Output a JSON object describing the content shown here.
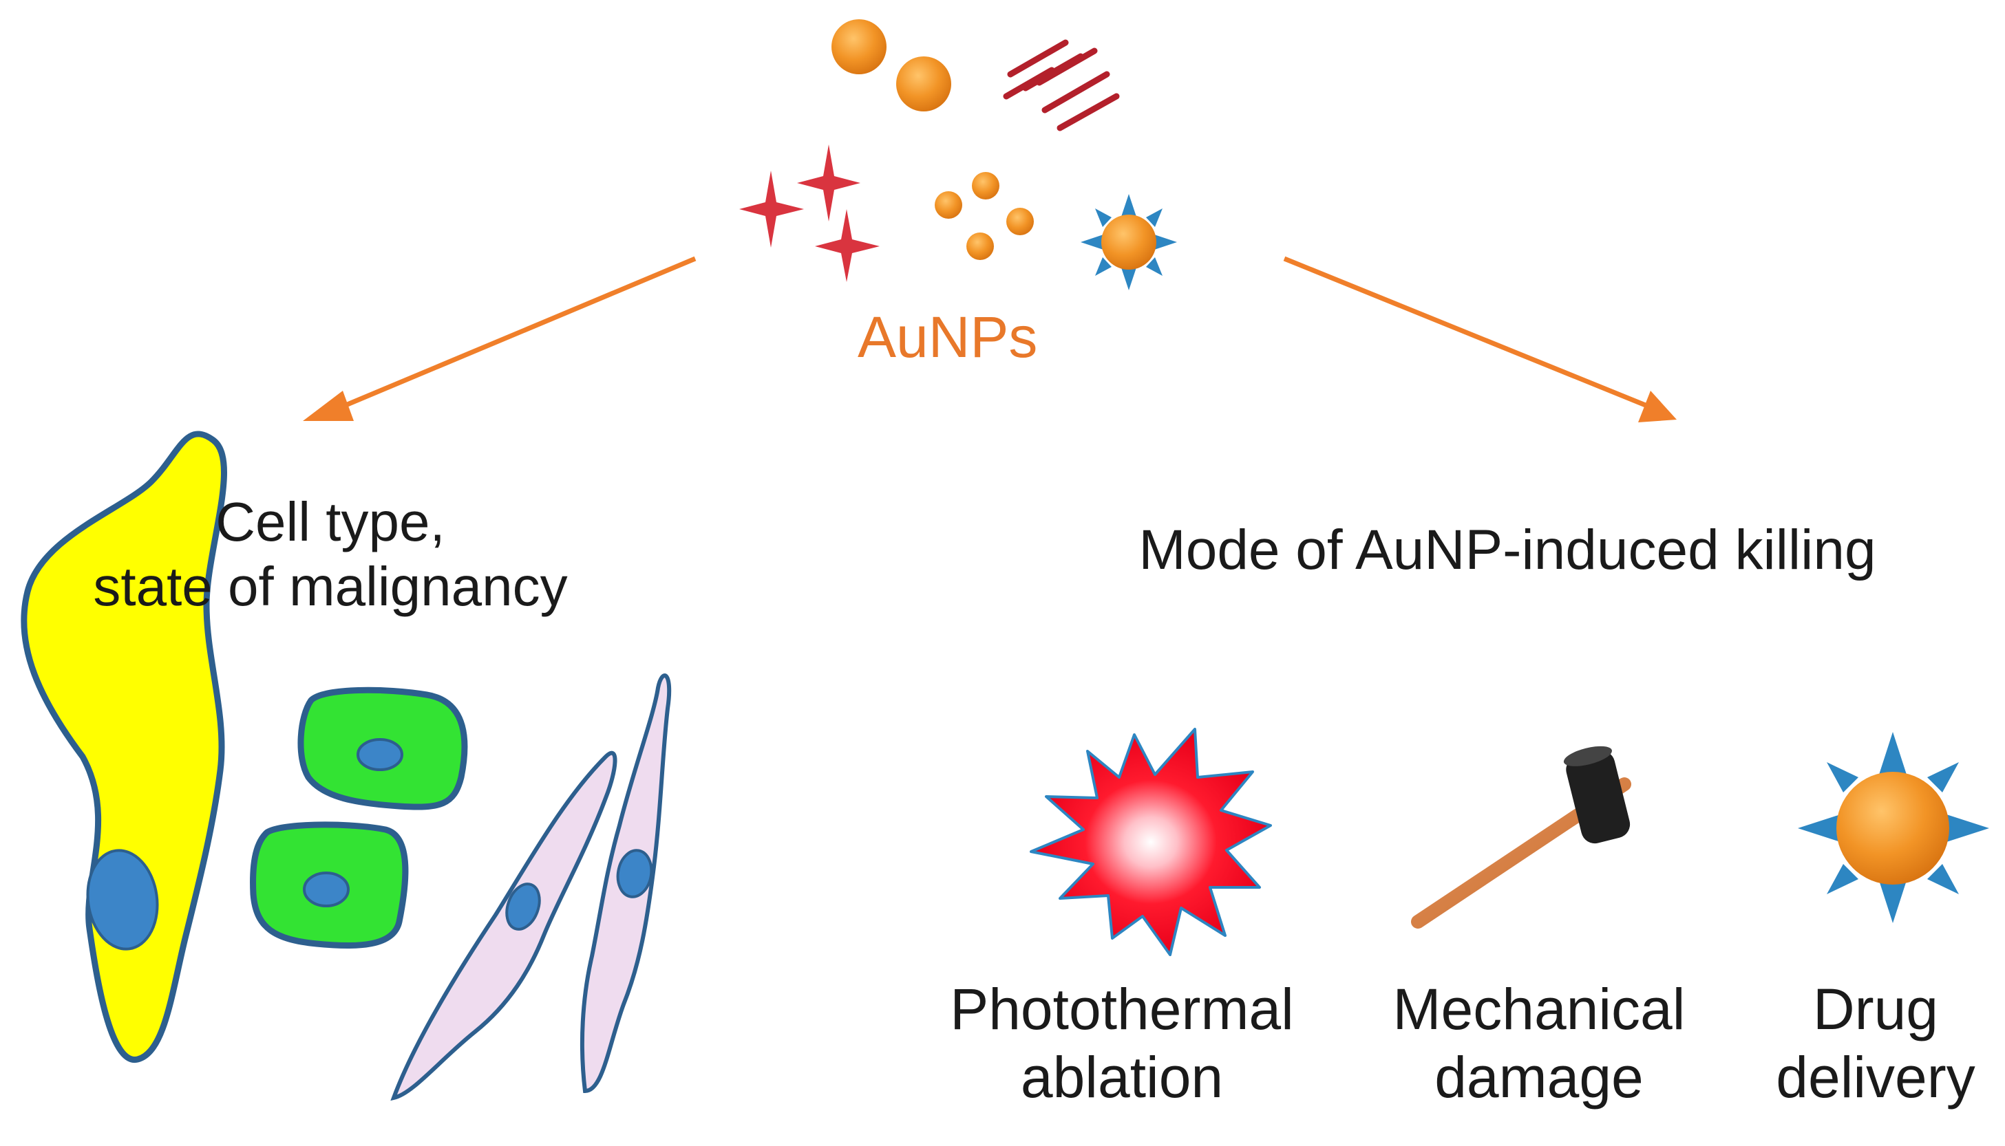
{
  "center": {
    "label": "AuNPs"
  },
  "left_branch": {
    "line1": "Cell type,",
    "line2": "state of malignancy"
  },
  "right_branch": {
    "title": "Mode of AuNP-induced killing",
    "modes": [
      {
        "line1": "Photothermal",
        "line2": "ablation",
        "icon": "starburst-icon"
      },
      {
        "line1": "Mechanical",
        "line2": "damage",
        "icon": "hammer-icon"
      },
      {
        "line1": "Drug",
        "line2": "delivery",
        "icon": "spiky-sphere-icon"
      }
    ]
  },
  "colors": {
    "arrow": "#f07f2a",
    "gold": "#f29426",
    "rod": "#b3202b",
    "star": "#d9343f",
    "spike": "#2d86c2",
    "yellow_cell": "#ffff00",
    "green_cell": "#33e333",
    "pink_cell": "#efdcef",
    "nucleus": "#3c85c8",
    "outline": "#2d5f8e"
  }
}
